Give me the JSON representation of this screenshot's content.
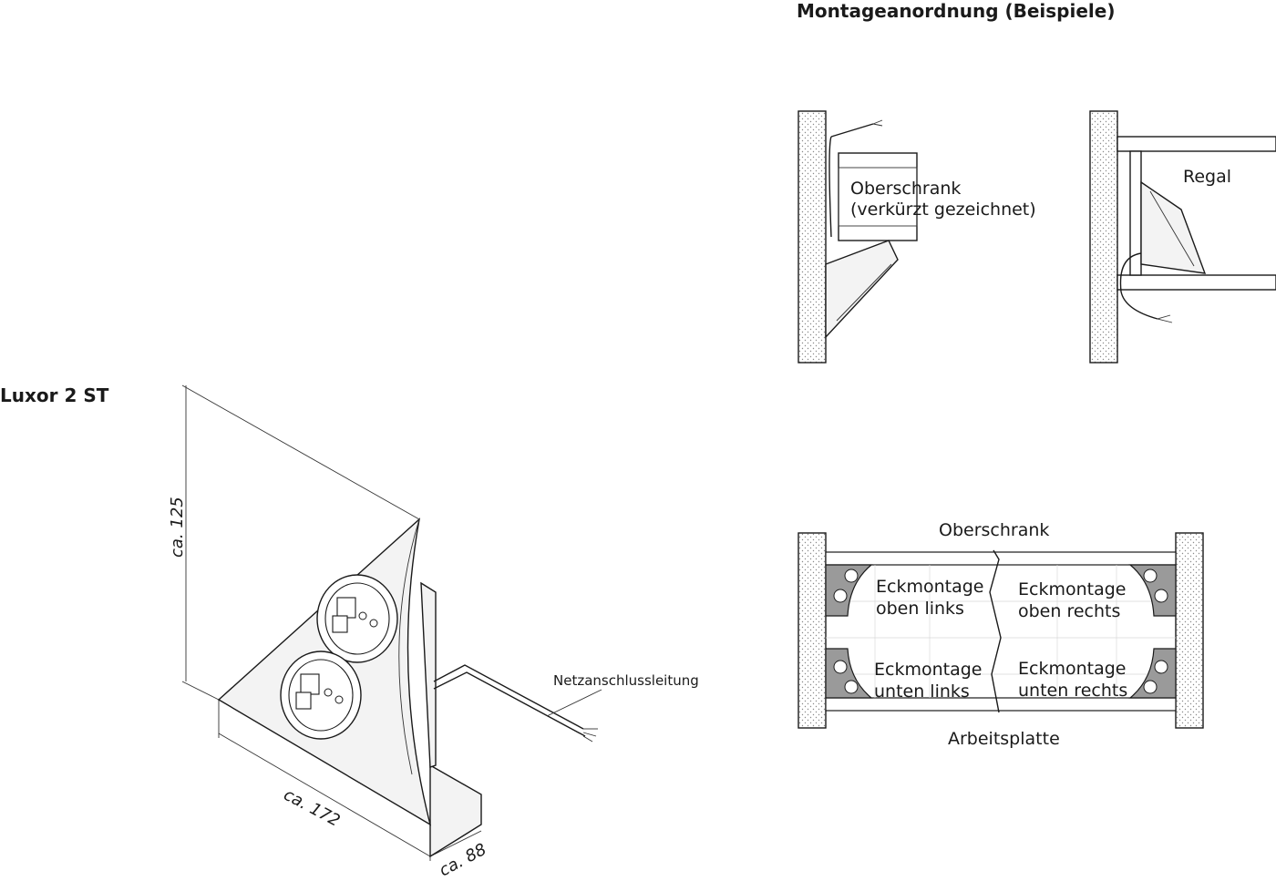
{
  "product": {
    "title": "Luxor 2 ST",
    "cable_label": "Netzanschlussleitung",
    "dim_height": "ca. 125",
    "dim_width": "ca. 172",
    "dim_depth": "ca. 88"
  },
  "mounting": {
    "title": "Montageanordnung (Beispiele)",
    "example_cabinet_line1": "Oberschrank",
    "example_cabinet_line2": "(verkürzt gezeichnet)",
    "example_shelf": "Regal",
    "corners": {
      "top_label": "Oberschrank",
      "bottom_label": "Arbeitsplatte",
      "top_left_1": "Eckmontage",
      "top_left_2": "oben links",
      "top_right_1": "Eckmontage",
      "top_right_2": "oben rechts",
      "bottom_left_1": "Eckmontage",
      "bottom_left_2": "unten links",
      "bottom_right_1": "Eckmontage",
      "bottom_right_2": "unten rechts"
    }
  }
}
